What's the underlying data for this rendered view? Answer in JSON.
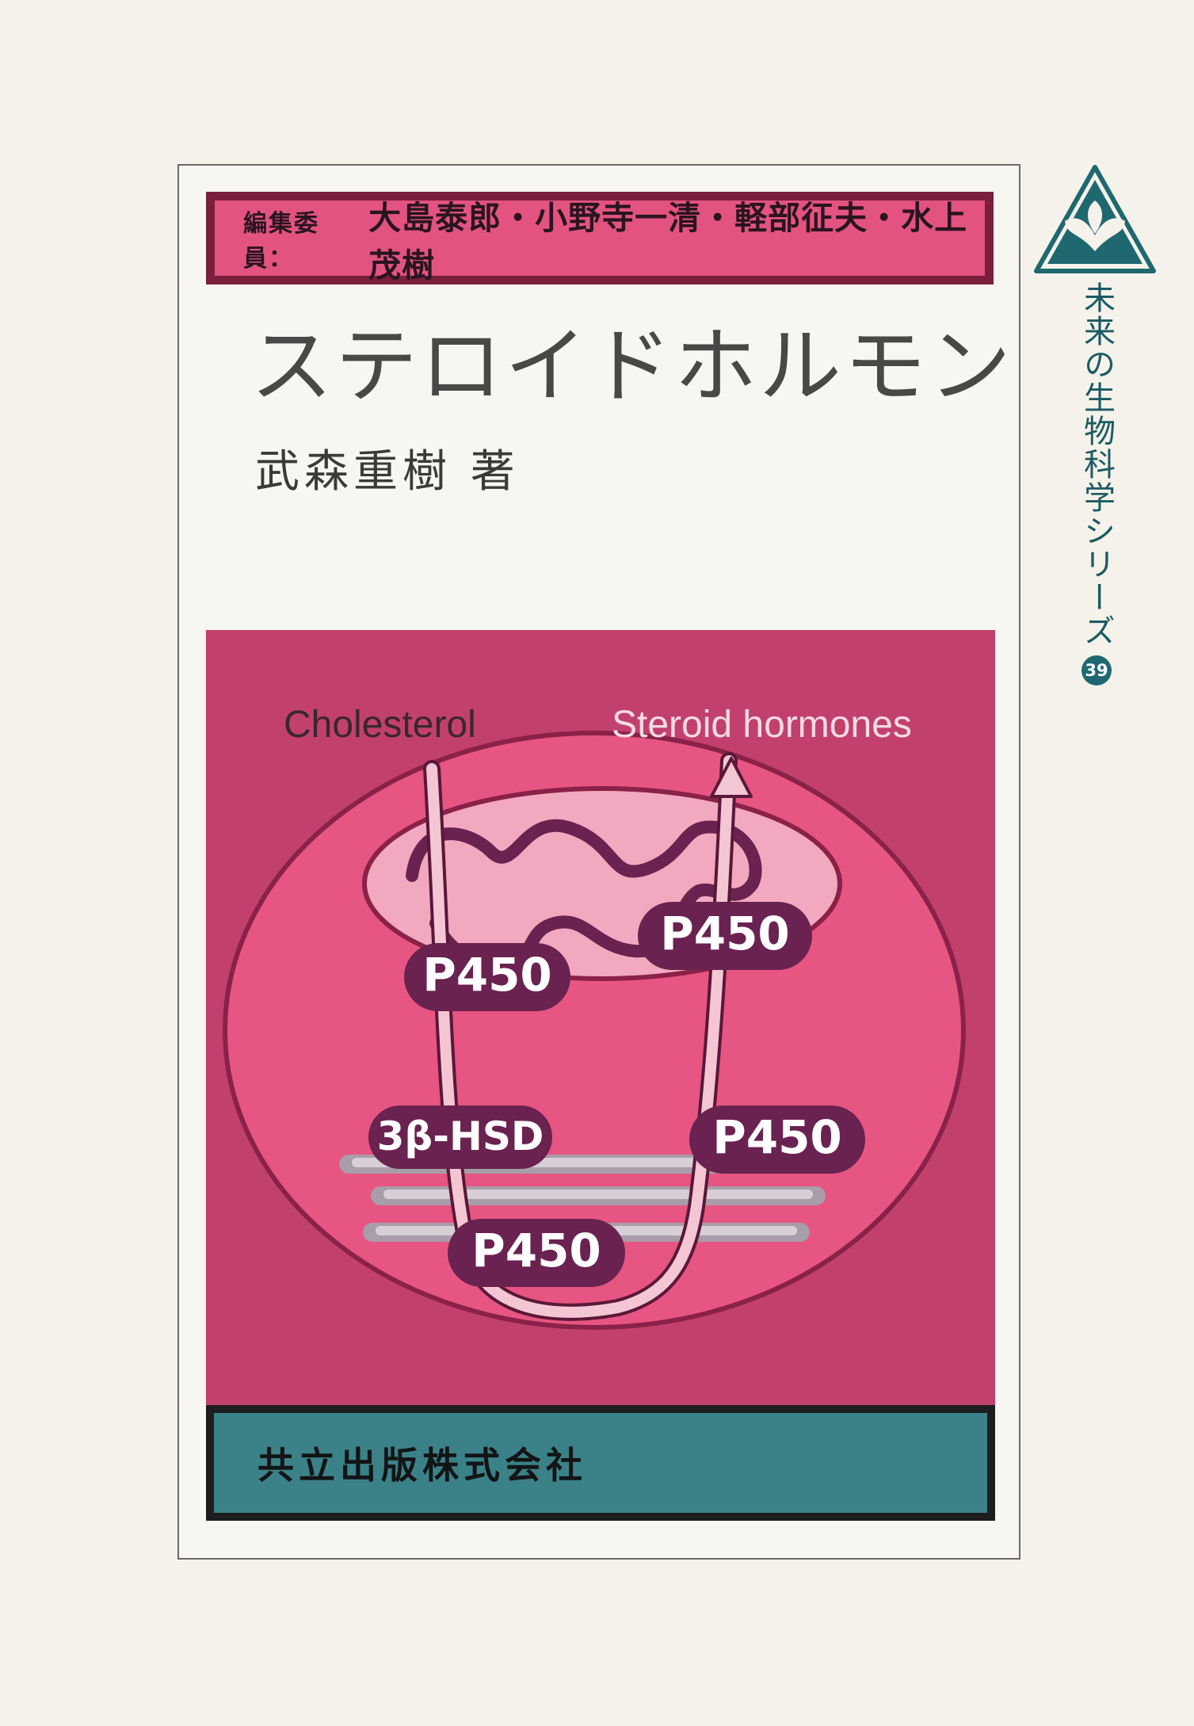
{
  "cover": {
    "editors_label": "編集委員：",
    "editors_names": "大島泰郎・小野寺一清・軽部征夫・水上茂樹",
    "title": "ステロイドホルモン",
    "author": "武森重樹 著",
    "publisher": "共立出版株式会社",
    "series_name": "未来の生物科学シリーズ",
    "series_number": "39"
  },
  "diagram": {
    "input_label": "Cholesterol",
    "output_label": "Steroid hormones",
    "enzymes": {
      "mito_left": "P450",
      "mito_right": "P450",
      "er_left": "3β-HSD",
      "er_right": "P450",
      "er_bottom": "P450"
    }
  },
  "colors": {
    "background": "#f4f2ea",
    "editor_band": "#e35380",
    "editor_border": "#7a1f3c",
    "diagram_background": "#c2406d",
    "cell": "#e75582",
    "mitochondrion": "#f2a8bf",
    "enzyme_pill": "#6a2250",
    "publisher_band": "#3b8188",
    "accent_teal": "#1f6870"
  }
}
